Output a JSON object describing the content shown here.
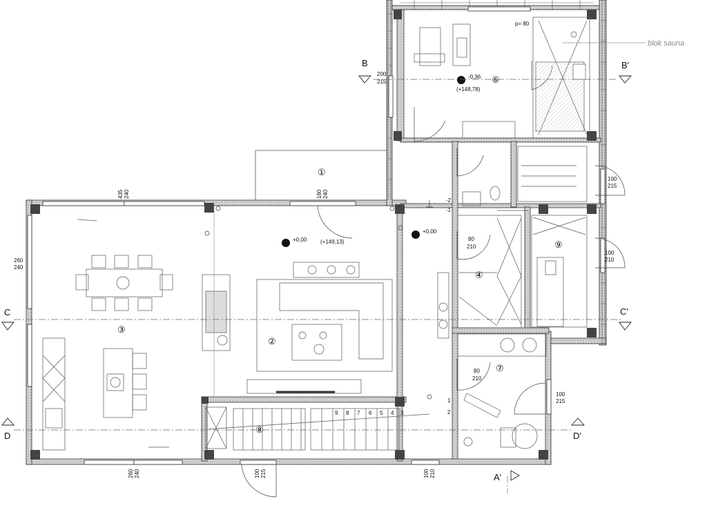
{
  "sections": {
    "B": "B",
    "B_prime": "B'",
    "C": "C",
    "C_prime": "C'",
    "D": "D",
    "D_prime": "D'",
    "A_prime": "A'"
  },
  "rooms": [
    "①",
    "②",
    "③",
    "④",
    "⑥",
    "⑦",
    "⑧",
    "⑨"
  ],
  "note": "blok sauna",
  "levels": {
    "sauna": "-0,36",
    "sauna_abs": "(+148,78)",
    "living": "+0,00",
    "living_abs": "(+149,13)",
    "hall": "+0,00",
    "step_a1": "-2",
    "step_a2": "-1",
    "step_b1": "1",
    "step_b2": "2"
  },
  "dims": {
    "p80": "p= 80",
    "w200": "200",
    "w215a": "215",
    "w435": "435",
    "w240a": "240",
    "w180": "180",
    "w240b": "240",
    "w260a": "260",
    "w240c": "240",
    "w100a": "100",
    "w215b": "215",
    "w100b": "100",
    "w210a": "210",
    "w80a": "80",
    "w210b": "210",
    "w80b": "80",
    "w210c": "210",
    "w100c": "100",
    "w215c": "215",
    "w260b": "260",
    "w240d": "240",
    "w100d": "100",
    "w215d": "215",
    "w100e": "100",
    "w210d": "210"
  },
  "stairs": [
    "9",
    "8",
    "7",
    "6",
    "5",
    "4",
    "3"
  ]
}
